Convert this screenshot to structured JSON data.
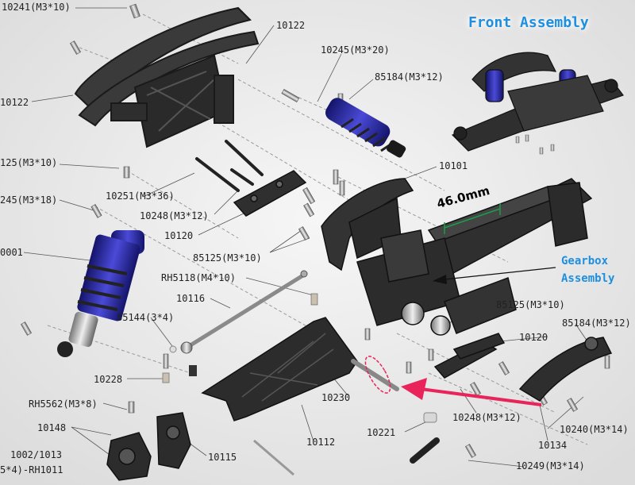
{
  "title": "Front Assembly",
  "callout": {
    "line1": "Gearbox",
    "line2": "Assembly"
  },
  "measurement": "46.0mm",
  "labels": [
    "10241(M3*10)",
    "10122",
    "10122",
    "10245(M3*20)",
    "85184(M3*12)",
    "125(M3*10)",
    "10251(M3*36)",
    "10101",
    "245(M3*18)",
    "10248(M3*12)",
    "10120",
    "0001",
    "85125(M3*10)",
    "RH5118(M4*10)",
    "10116",
    "85125(M3*10)",
    "85144(3*4)",
    "85184(M3*12)",
    "10120",
    "10228",
    "10230",
    "RH5562(M3*8)",
    "10248(M3*12)",
    "10240(M3*14)",
    "10148",
    "10221",
    "10134",
    "1002/1013",
    "10115",
    "10112",
    "5*4)-RH1011",
    "10249(M3*14)"
  ],
  "colors": {
    "title": "#1d8fe0",
    "arrow": "#e8245a",
    "shock_blue": "#2a2aa0",
    "parts": "#2b2b2b"
  }
}
